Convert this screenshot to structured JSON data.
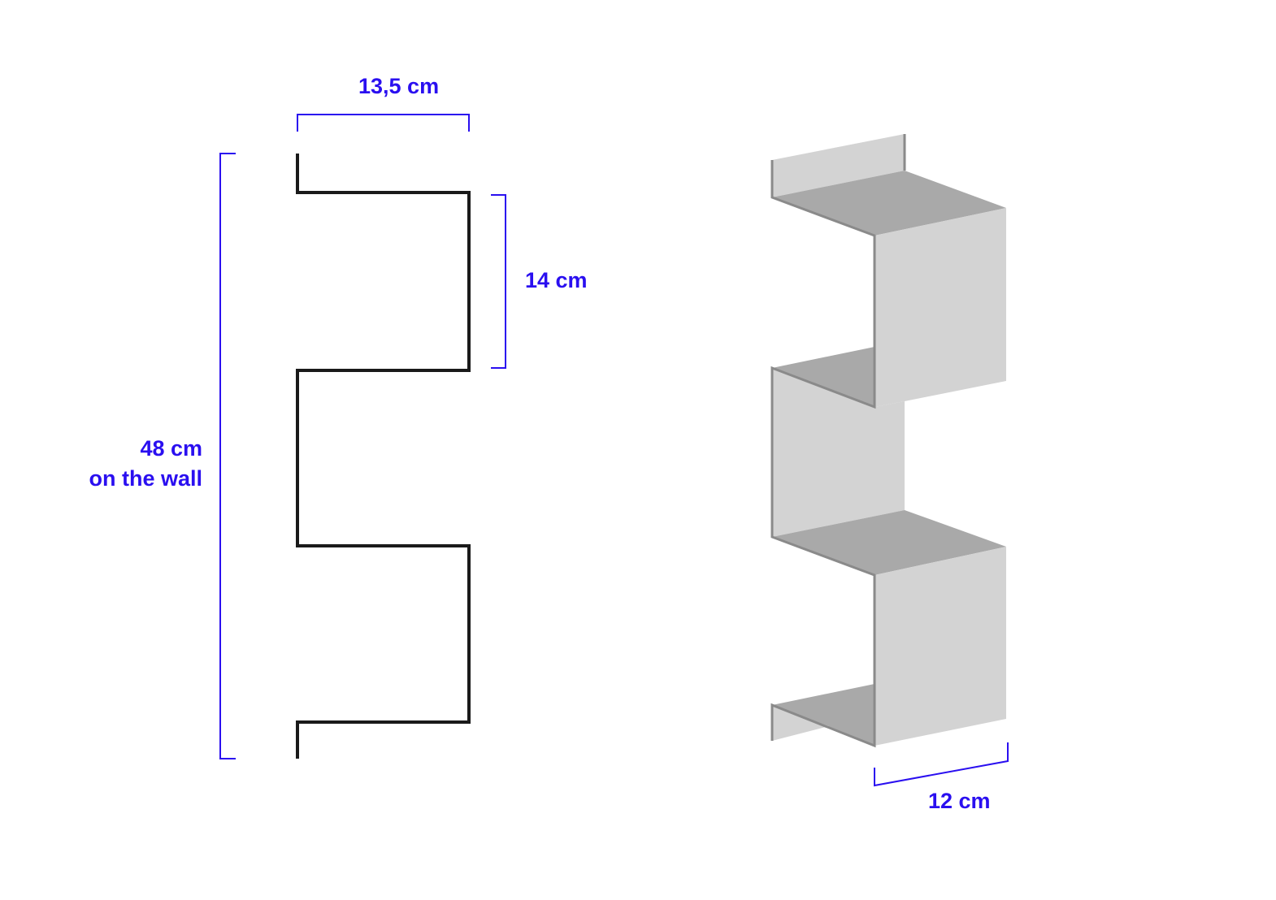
{
  "colors": {
    "dimension": "#2a0ff0",
    "profile_stroke": "#1a1a1a",
    "shelf_light": "#d3d3d3",
    "shelf_dark": "#a9a9a9",
    "shelf_edge": "#8a8a8a"
  },
  "labels": {
    "width": "13,5 cm",
    "step_height": "14 cm",
    "total_height_value": "48 cm",
    "total_height_note": "on the wall",
    "depth": "12 cm"
  }
}
